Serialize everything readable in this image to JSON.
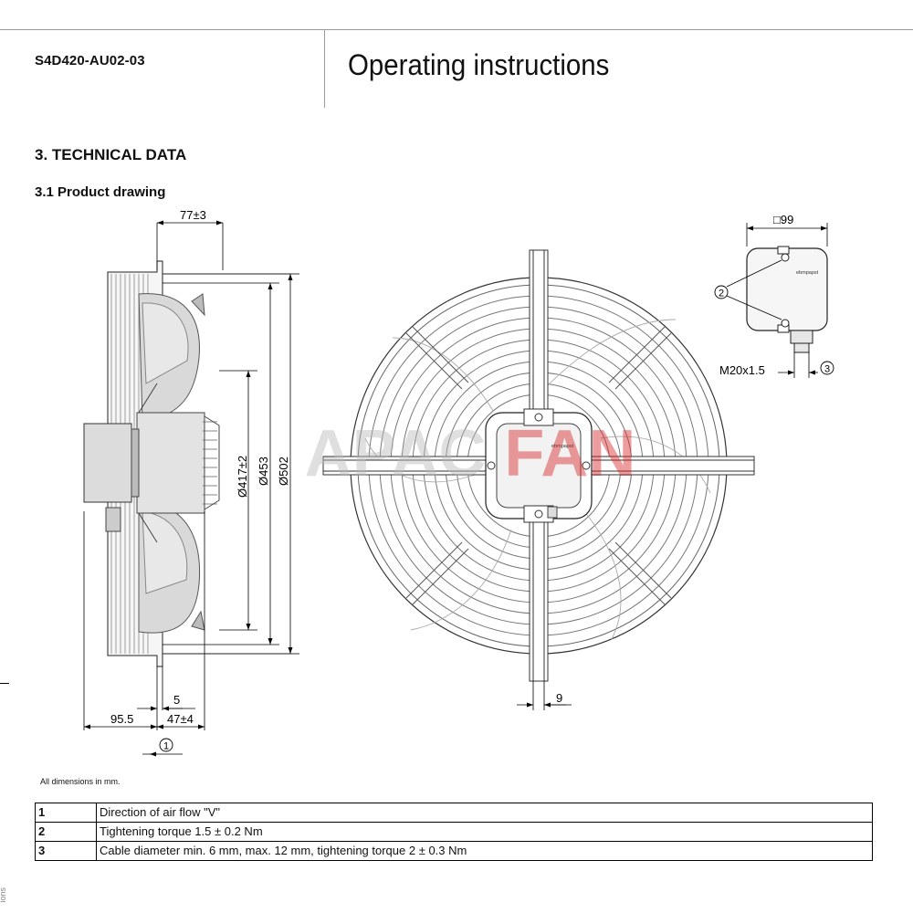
{
  "header": {
    "model_code": "S4D420-AU02-03",
    "title": "Operating instructions"
  },
  "section": {
    "heading": "3. TECHNICAL DATA",
    "subheading": "3.1 Product drawing"
  },
  "drawing": {
    "side_view": {
      "dim_depth": "77±3",
      "dim_inner_dia": "Ø417±2",
      "dim_mid_dia": "Ø453",
      "dim_outer_dia": "Ø502",
      "dim_flange": "5",
      "dim_motor_depth": "95.5",
      "dim_hub": "47±4",
      "callout_airflow": "1"
    },
    "front_view": {
      "dim_slot": "9",
      "brand_on_box": "ebmpapst"
    },
    "terminal_box": {
      "dim_box": "□99",
      "callout_screws": "2",
      "cable_gland": "M20x1.5",
      "callout_cable": "3",
      "brand_on_box": "ebmpapst"
    },
    "watermark": "APAC FAN",
    "colors": {
      "watermark_red": "#d9262b",
      "watermark_grey": "#b9b9b9"
    }
  },
  "footnote": "All dimensions in mm.",
  "notes_table": [
    {
      "num": "1",
      "text": "Direction of air flow \"V\""
    },
    {
      "num": "2",
      "text": "Tightening torque 1.5 ± 0.2 Nm"
    },
    {
      "num": "3",
      "text": "Cable diameter min. 6 mm, max. 12 mm, tightening torque 2 ± 0.3 Nm"
    }
  ],
  "side_text": "ions"
}
